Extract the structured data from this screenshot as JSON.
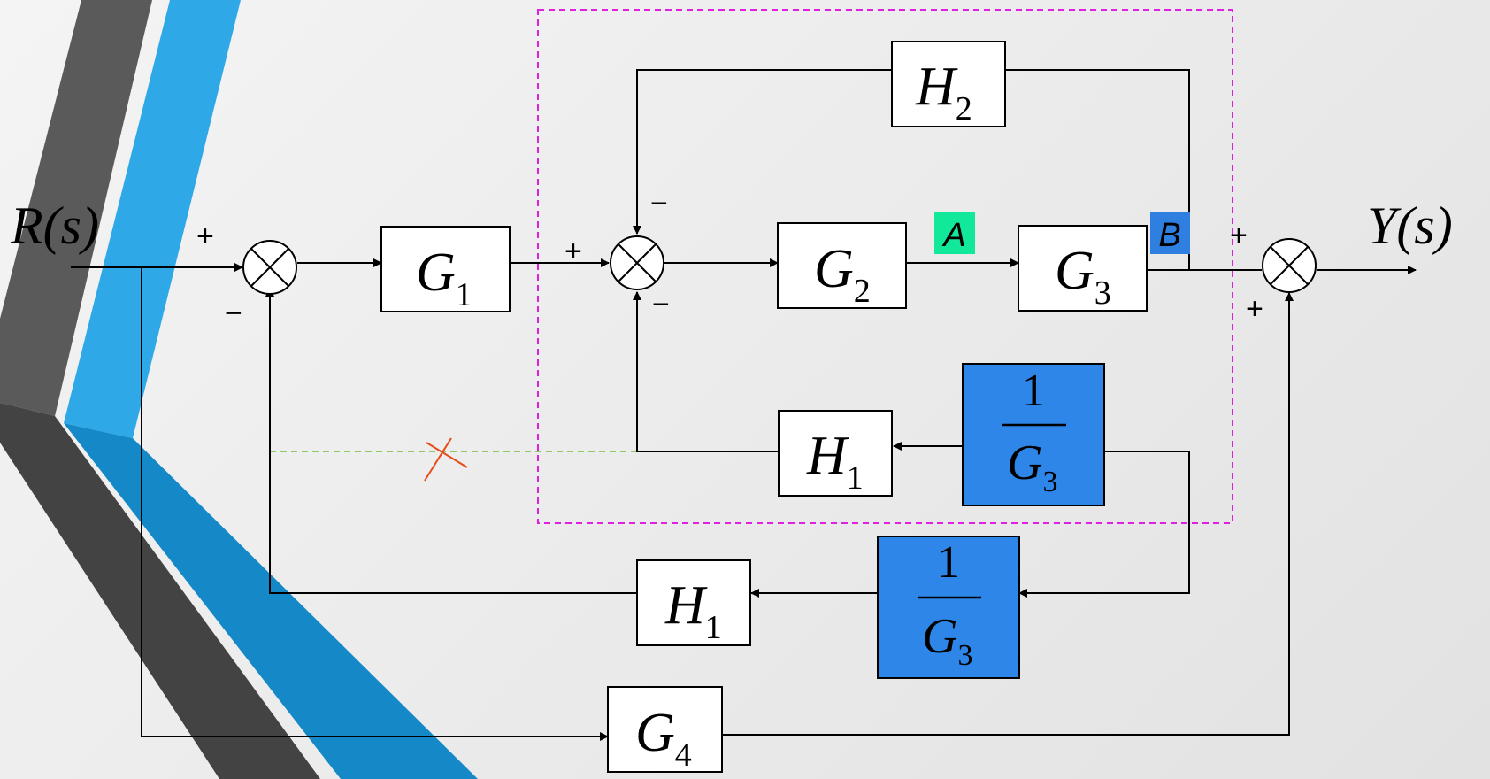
{
  "colors": {
    "accent_blue": "#2e86e8",
    "marker_green": "#12e89a",
    "marker_blue": "#2e7fe0",
    "boundary_magenta": "#e020e0",
    "removed_path_green": "#6bbf3a",
    "cross_red": "#e84a1a",
    "stripe_dark": "#4d4d4d",
    "stripe_light_blue": "#2fa8e8",
    "stripe_mid_blue": "#1589c8"
  },
  "signals": {
    "input": "R(s)",
    "output": "Y(s)"
  },
  "blocks": {
    "g1": {
      "base": "G",
      "sub": "1"
    },
    "g2": {
      "base": "G",
      "sub": "2"
    },
    "g3": {
      "base": "G",
      "sub": "3"
    },
    "g4": {
      "base": "G",
      "sub": "4"
    },
    "h2": {
      "base": "H",
      "sub": "2"
    },
    "h1_inner": {
      "base": "H",
      "sub": "1"
    },
    "h1_outer": {
      "base": "H",
      "sub": "1"
    },
    "inv_g3_inner": {
      "num": "1",
      "den_base": "G",
      "den_sub": "3"
    },
    "inv_g3_outer": {
      "num": "1",
      "den_base": "G",
      "den_sub": "3"
    }
  },
  "markers": {
    "a": "A",
    "b": "B"
  },
  "signs": {
    "sj1_input": "+",
    "sj1_feedback": "−",
    "sj2_input": "+",
    "sj2_top": "−",
    "sj2_bottom": "−",
    "sj3_input": "+",
    "sj3_bottom": "+"
  }
}
